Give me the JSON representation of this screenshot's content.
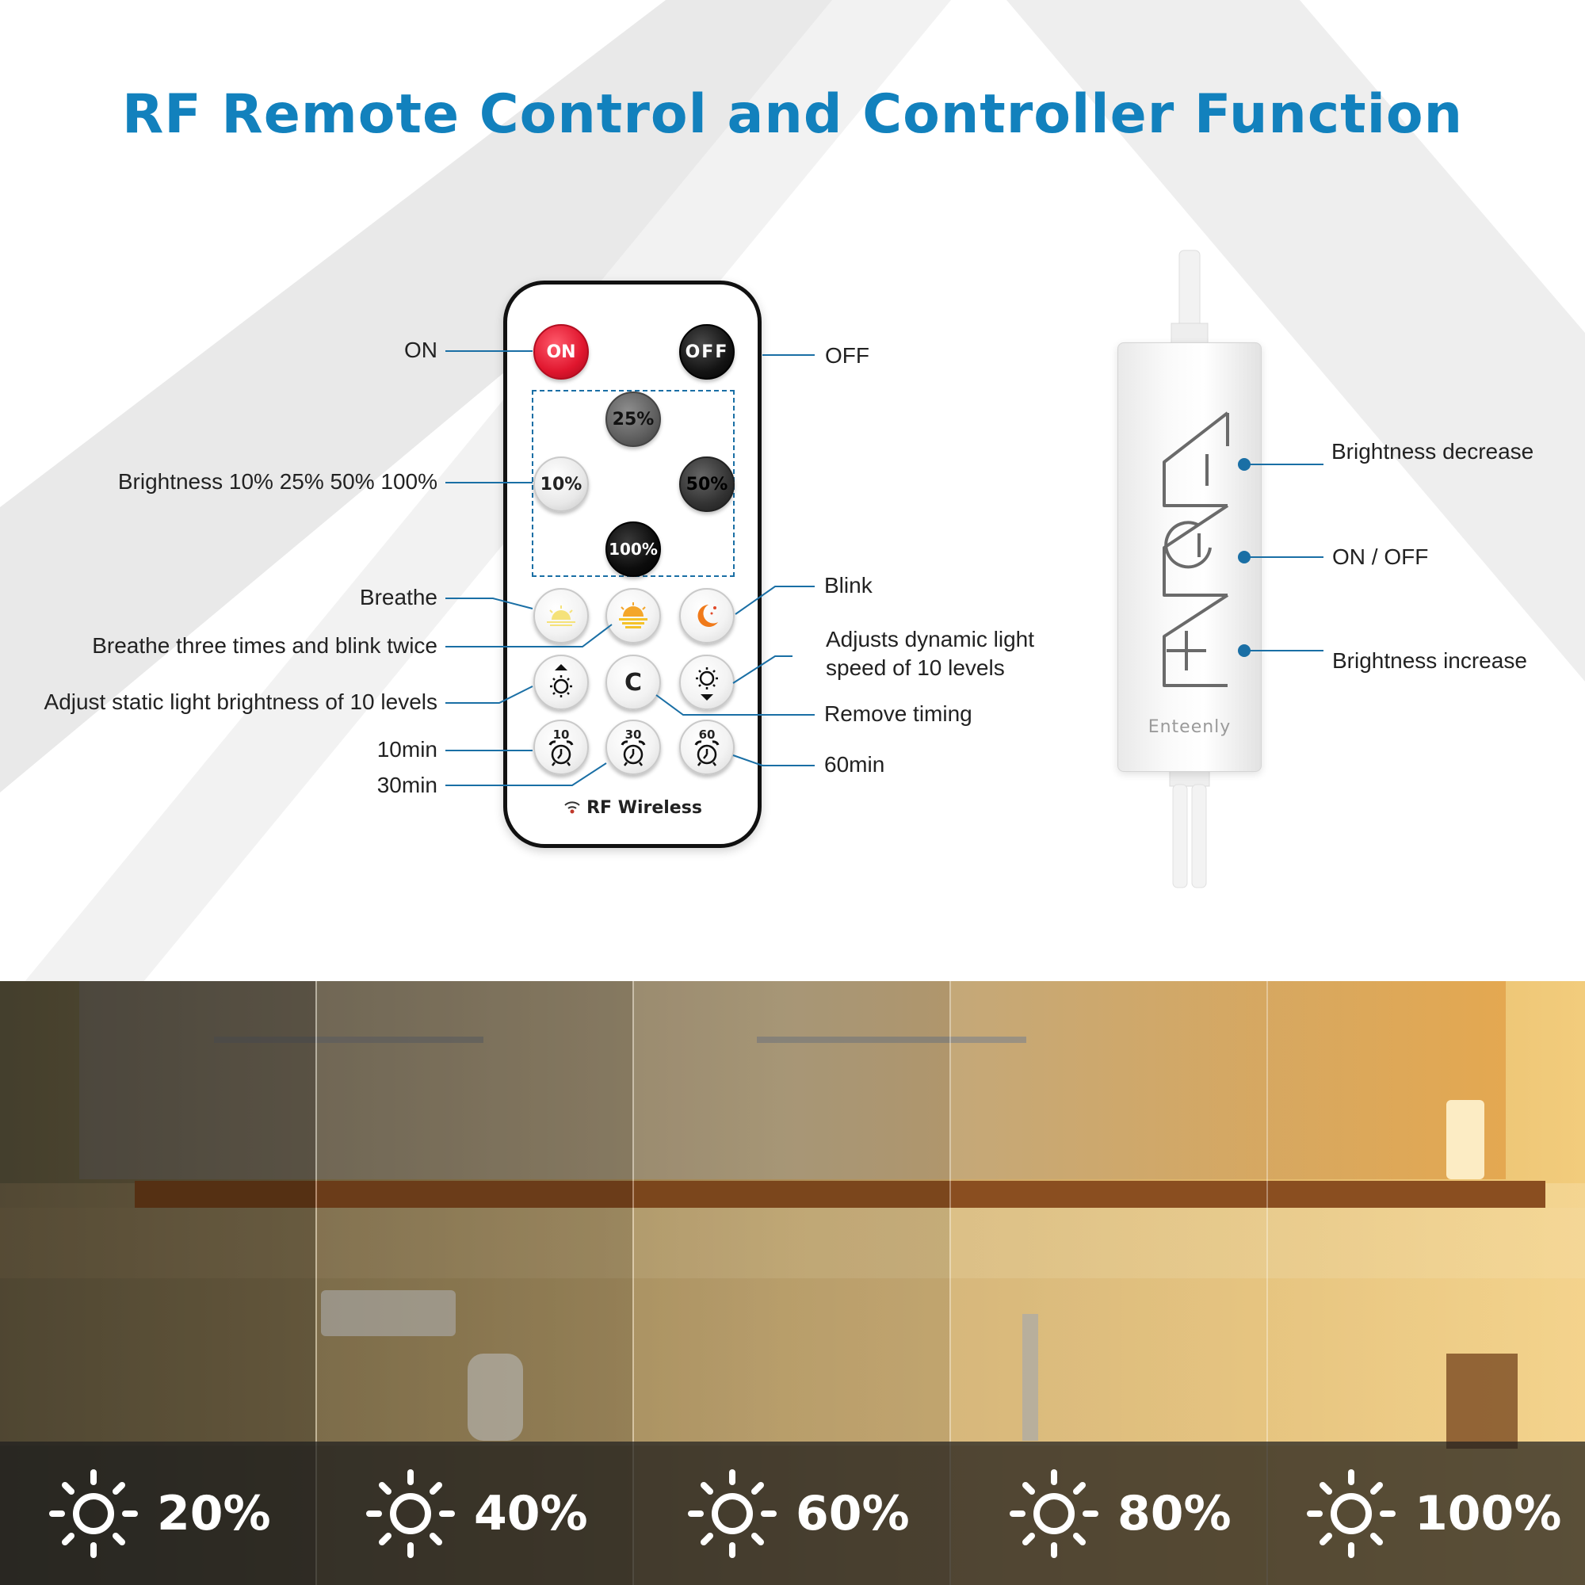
{
  "title": "RF Remote Control and Controller Function",
  "remote": {
    "buttons": {
      "on": "ON",
      "off": "OFF",
      "b25": "25%",
      "b10": "10%",
      "b50": "50%",
      "b100": "100%",
      "c": "C",
      "t10": "10",
      "t30": "30",
      "t60": "60"
    },
    "rf_label": "RF Wireless"
  },
  "labels": {
    "on": "ON",
    "off": "OFF",
    "brightness": "Brightness 10% 25% 50% 100%",
    "breathe": "Breathe",
    "breathe_blink": "Breathe three times and blink twice",
    "adjust_static": "Adjust static light brightness of 10 levels",
    "t10": "10min",
    "t30": "30min",
    "blink": "Blink",
    "dynamic_line1": "Adjusts dynamic light",
    "dynamic_line2": "speed of 10 levels",
    "remove_timing": "Remove timing",
    "t60": "60min"
  },
  "controller": {
    "brand": "Enteenly",
    "labels": {
      "decrease": "Brightness decrease",
      "onoff": "ON / OFF",
      "increase": "Brightness increase"
    }
  },
  "levels": [
    "20%",
    "40%",
    "60%",
    "80%",
    "100%"
  ],
  "colors": {
    "title": "#1281bd",
    "leader": "#1a6fa5",
    "on_button": "#e0162e"
  }
}
